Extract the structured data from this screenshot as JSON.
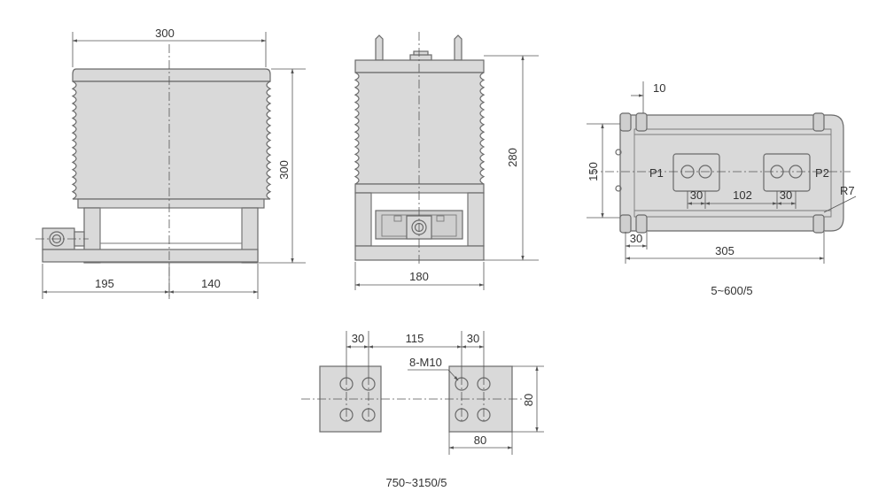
{
  "colors": {
    "body_fill": "#d9d9d9",
    "line": "#6a6a6a",
    "text": "#333333"
  },
  "front_view": {
    "dim_top_width": "300",
    "dim_height": "300",
    "dim_base_left": "195",
    "dim_base_right": "140"
  },
  "side_view": {
    "dim_height": "280",
    "dim_width": "180"
  },
  "terminal_view_small": {
    "dim_offset": "10",
    "dim_height": "150",
    "dim_hole_a": "30",
    "dim_hole_spacing": "102",
    "dim_hole_b": "30",
    "dim_radius": "R7",
    "dim_edge": "30",
    "dim_length": "305",
    "label_p1": "P1",
    "label_p2": "P2",
    "caption": "5~600/5"
  },
  "terminal_view_large": {
    "dim_left": "30",
    "dim_spacing": "115",
    "dim_right": "30",
    "bolt_label": "8-M10",
    "dim_pad_height": "80",
    "dim_pad_width": "80",
    "caption": "750~3150/5"
  }
}
